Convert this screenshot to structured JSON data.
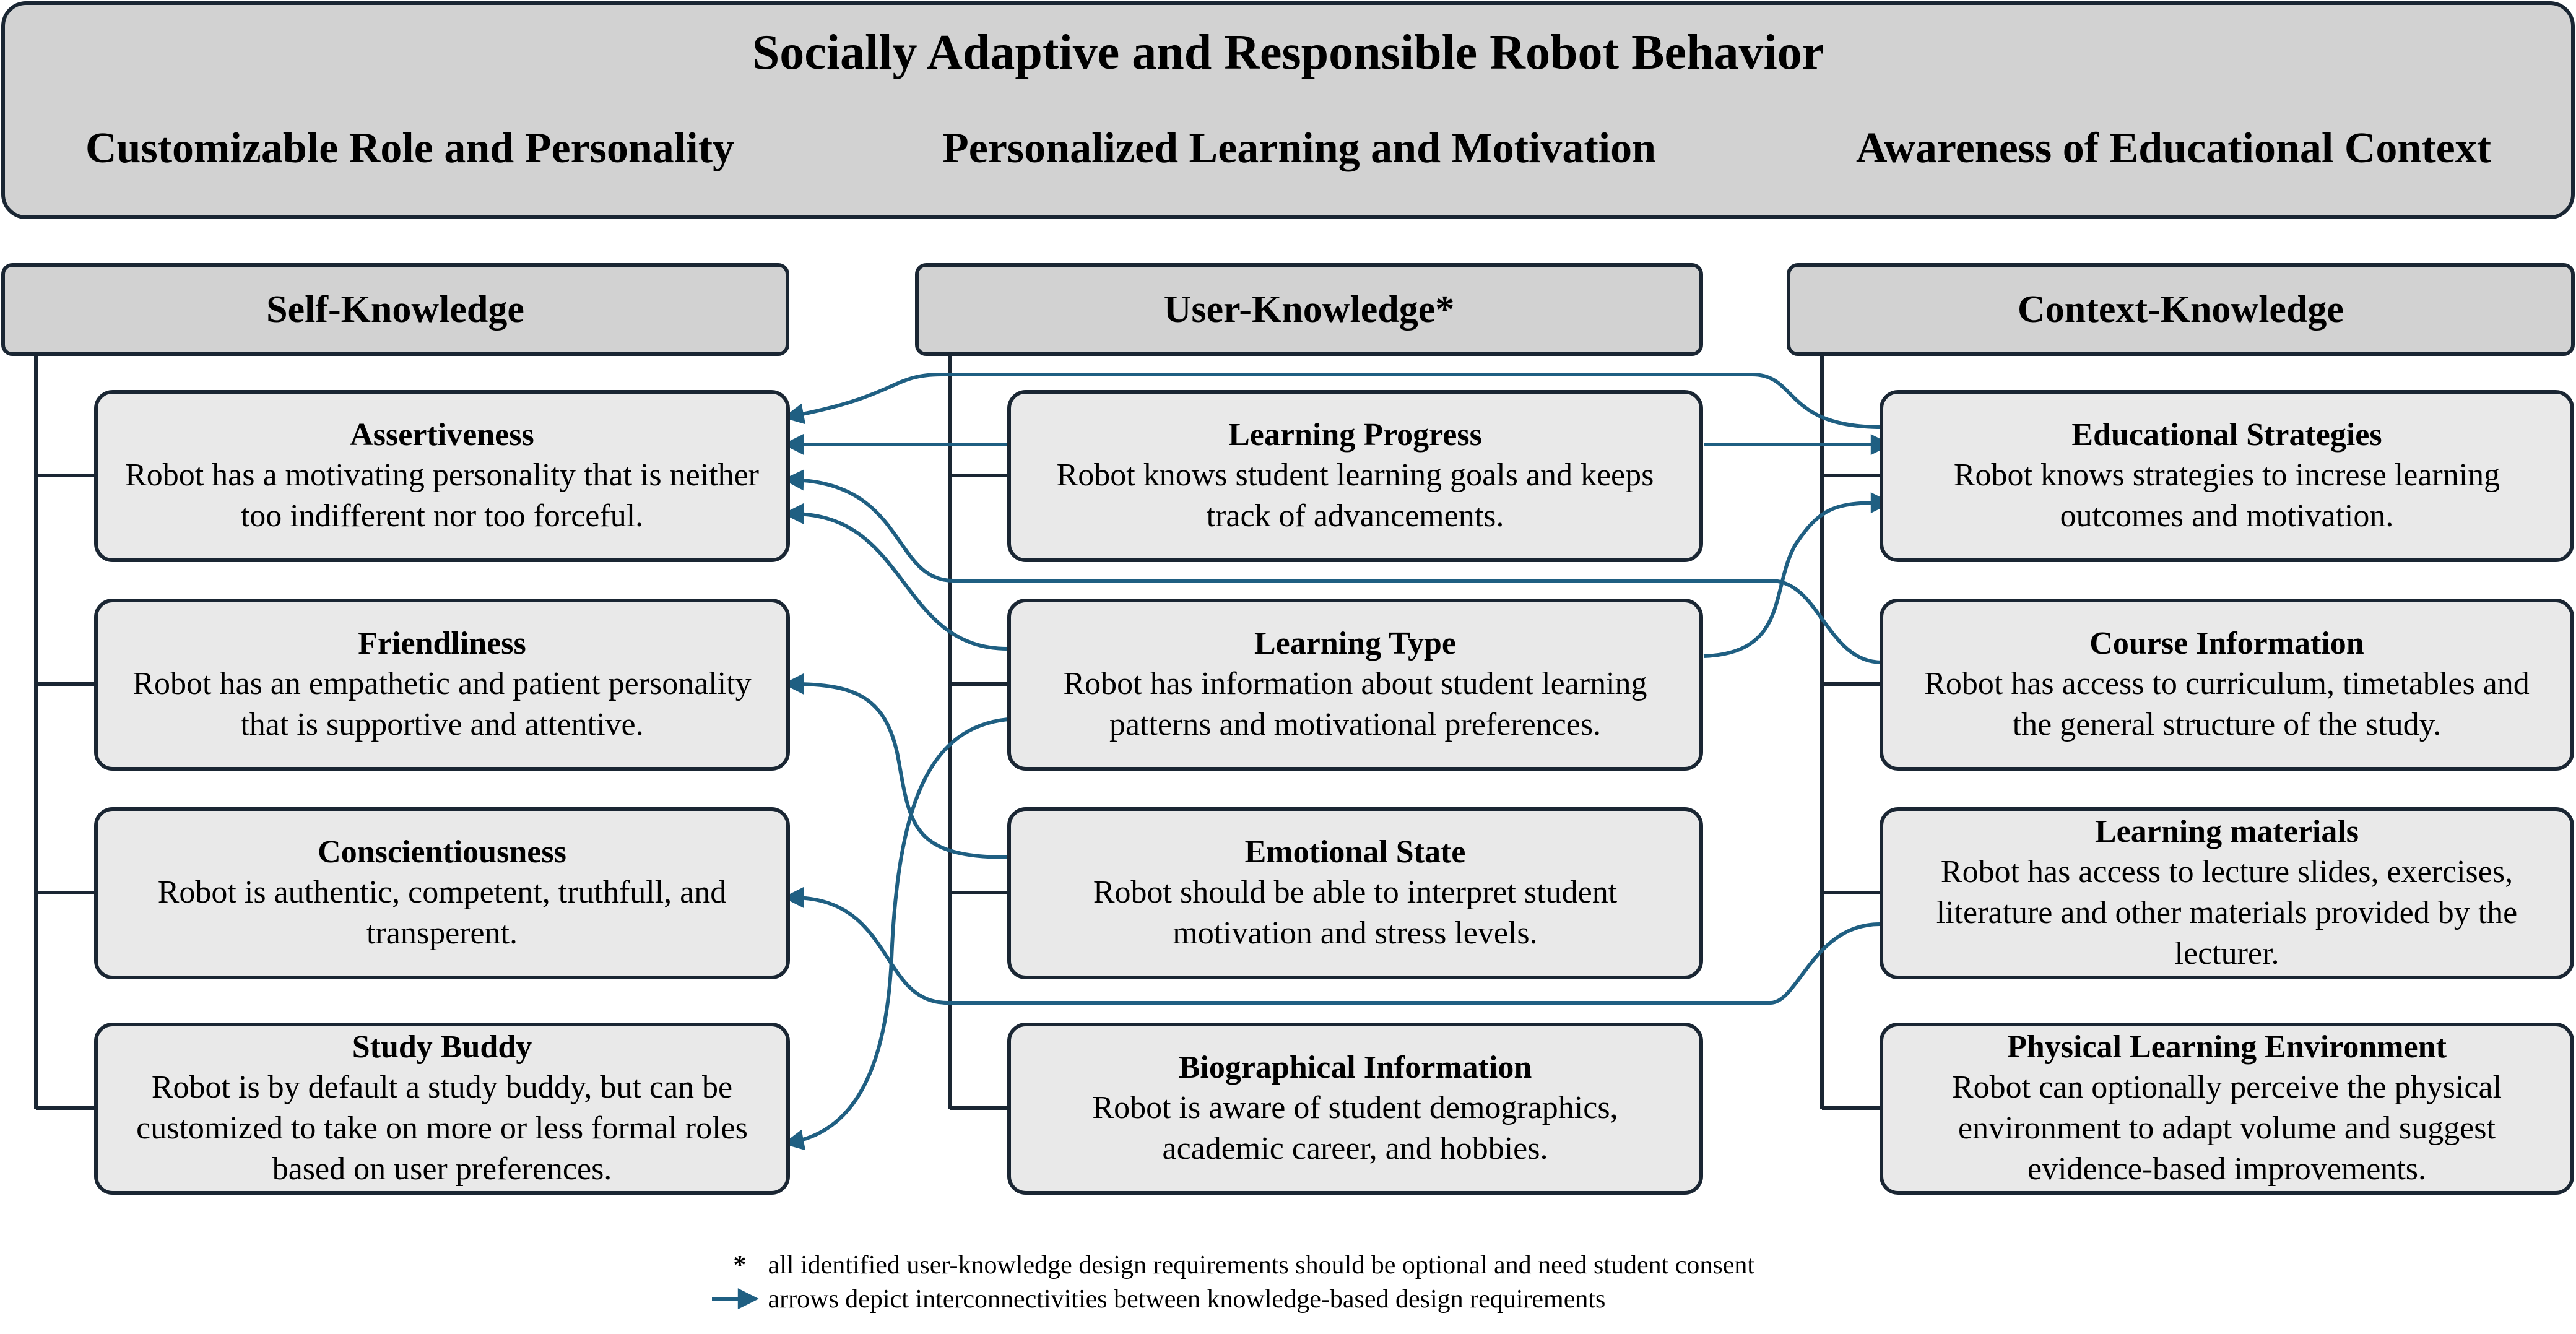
{
  "banner": {
    "title": "Socially Adaptive and Responsible Robot Behavior",
    "subtitles": [
      "Customizable Role and Personality",
      "Personalized Learning and Motivation",
      "Awareness of Educational Context"
    ]
  },
  "columns": [
    {
      "header": "Self-Knowledge",
      "items": [
        {
          "title": "Assertiveness",
          "desc": "Robot has a motivating personality that is neither too indifferent nor too forceful."
        },
        {
          "title": "Friendliness",
          "desc": "Robot has an empathetic and patient personality that is supportive and attentive."
        },
        {
          "title": "Conscientiousness",
          "desc": "Robot is authentic, competent, truthfull, and transperent."
        },
        {
          "title": "Study Buddy",
          "desc": "Robot is by default a study buddy, but can be customized to take on more or less formal roles based on user preferences."
        }
      ]
    },
    {
      "header": "User-Knowledge*",
      "items": [
        {
          "title": "Learning Progress",
          "desc": "Robot knows student learning goals and keeps track of advancements."
        },
        {
          "title": "Learning Type",
          "desc": "Robot has information about student learning patterns and motivational preferences."
        },
        {
          "title": "Emotional State",
          "desc": "Robot should be able to interpret student motivation and stress levels."
        },
        {
          "title": "Biographical Information",
          "desc": "Robot is aware of student demographics, academic career, and hobbies."
        }
      ]
    },
    {
      "header": "Context-Knowledge",
      "items": [
        {
          "title": "Educational Strategies",
          "desc": "Robot knows strategies to increse learning outcomes and motivation."
        },
        {
          "title": "Course Information",
          "desc": "Robot has access to curriculum, timetables and the general structure of the study."
        },
        {
          "title": "Learning materials",
          "desc": "Robot has access to lecture slides, exercises, literature and other materials provided by the lecturer."
        },
        {
          "title": "Physical Learning Environment",
          "desc": "Robot can optionally perceive the physical environment to adapt volume and suggest evidence-based improvements."
        }
      ]
    }
  ],
  "legend": {
    "asterisk_mark": "*",
    "asterisk_text": "all identified user-knowledge design requirements should be optional and need student consent",
    "arrow_text": "arrows depict interconnectivities between knowledge-based design requirements"
  },
  "colors": {
    "arrow": "#1f5f82",
    "outline": "#1a2633",
    "banner_fill": "#d2d2d2",
    "box_fill": "#e9e9e9"
  }
}
